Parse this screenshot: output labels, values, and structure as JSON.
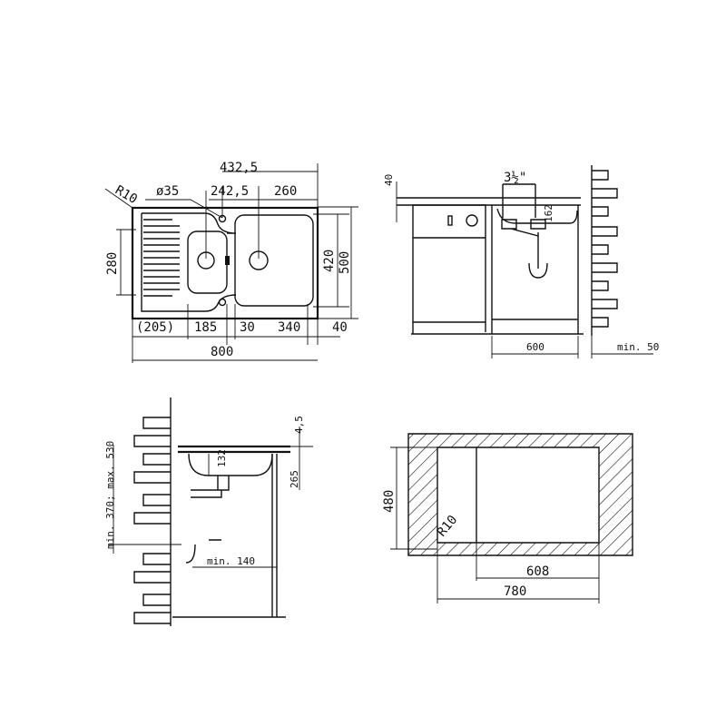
{
  "top_view": {
    "overall_right_width": "432,5",
    "corner_radius": "R10",
    "hole_diameter": "ø35",
    "small_bowl_offset": "242,5",
    "large_bowl_offset": "260",
    "drainer_height": "280",
    "bowl_depth": "420",
    "overall_depth": "500",
    "drainer_width": "(205)",
    "small_bowl_width": "185",
    "divider_width": "30",
    "large_bowl_width": "340",
    "edge_width": "40",
    "overall_width": "800"
  },
  "front_view": {
    "rim_height": "40",
    "waste_size": "3½\"",
    "bowl_height": "162",
    "cabinet_width": "600",
    "wall_gap": "min. 50"
  },
  "side_view": {
    "drain_height_range": "min. 370; max. 530",
    "rim_thickness": "4,5",
    "bowl_depth": "132",
    "siphon_depth": "265",
    "wall_distance": "min. 140"
  },
  "cutout_view": {
    "cutout_depth": "480",
    "corner_radius": "R10",
    "cutout_inner_width": "608",
    "cutout_width": "780"
  }
}
